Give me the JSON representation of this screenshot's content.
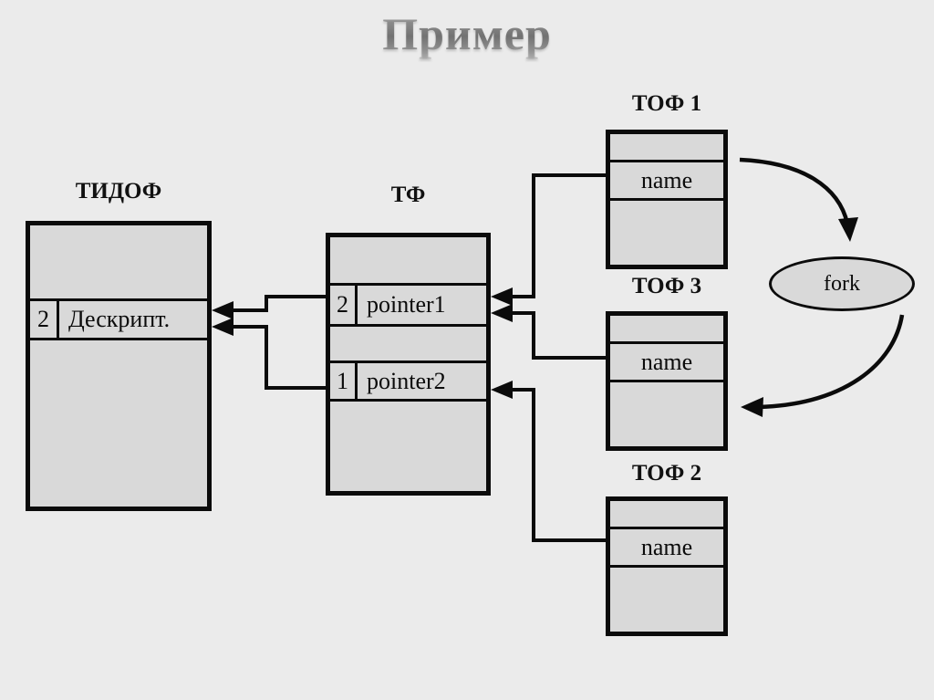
{
  "slide": {
    "title": "Пример",
    "background_color": "#ebebeb",
    "box_fill_color": "#d9d9d9",
    "line_color": "#0b0b0b"
  },
  "boxes": {
    "tidof": {
      "caption": "ТИДОФ",
      "rows": [
        {
          "num": "",
          "text": ""
        },
        {
          "num": "2",
          "text": "Дескрипт."
        },
        {
          "num": "",
          "text": ""
        }
      ]
    },
    "tf": {
      "caption": "ТФ",
      "rows": [
        {
          "num": "",
          "text": ""
        },
        {
          "num": "2",
          "text": "pointer1"
        },
        {
          "num": "",
          "text": ""
        },
        {
          "num": "1",
          "text": "pointer2"
        },
        {
          "num": "",
          "text": ""
        }
      ]
    },
    "tof1": {
      "caption": "ТОФ 1",
      "rows": [
        {
          "num": "",
          "text": ""
        },
        {
          "num": "",
          "text": "name"
        },
        {
          "num": "",
          "text": ""
        }
      ]
    },
    "tof3": {
      "caption": "ТОФ 3",
      "rows": [
        {
          "num": "",
          "text": ""
        },
        {
          "num": "",
          "text": "name"
        },
        {
          "num": "",
          "text": ""
        }
      ]
    },
    "tof2": {
      "caption": "ТОФ 2",
      "rows": [
        {
          "num": "",
          "text": ""
        },
        {
          "num": "",
          "text": "name"
        },
        {
          "num": "",
          "text": ""
        }
      ]
    }
  },
  "fork": {
    "label": "fork"
  }
}
